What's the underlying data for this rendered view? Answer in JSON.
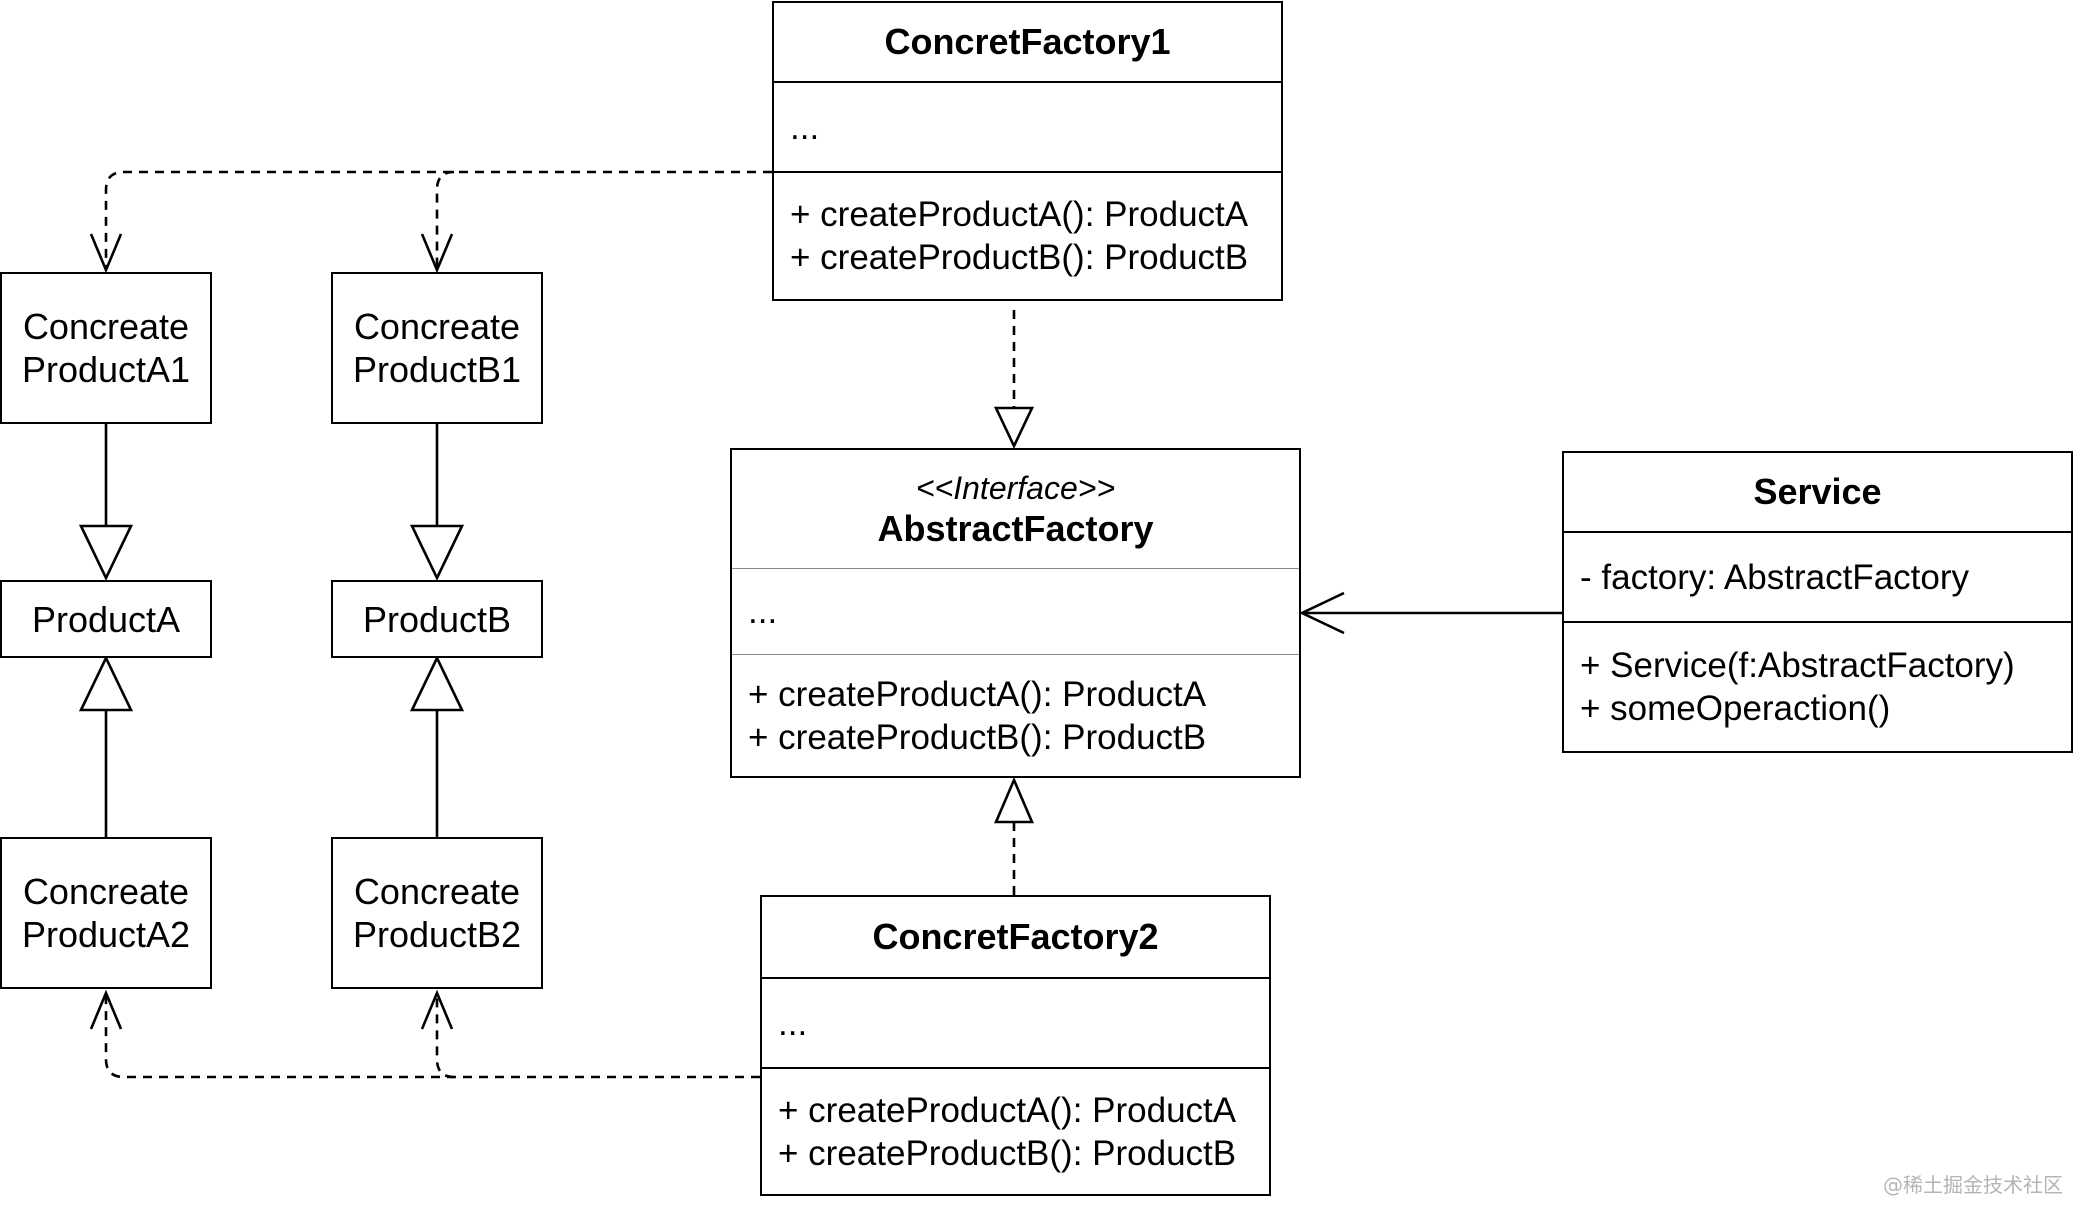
{
  "concrete_factory_1": {
    "name": "ConcretFactory1",
    "attributes": [
      "..."
    ],
    "operations": [
      "+ createProductA(): ProductA",
      "+ createProductB(): ProductB"
    ]
  },
  "concrete_factory_2": {
    "name": "ConcretFactory2",
    "attributes": [
      "..."
    ],
    "operations": [
      "+ createProductA(): ProductA",
      "+ createProductB(): ProductB"
    ]
  },
  "abstract_factory": {
    "stereotype": "<<Interface>>",
    "name": "AbstractFactory",
    "attributes": [
      "..."
    ],
    "operations": [
      "+ createProductA(): ProductA",
      "+ createProductB(): ProductB"
    ]
  },
  "service": {
    "name": "Service",
    "attributes": [
      "- factory: AbstractFactory"
    ],
    "operations": [
      "+ Service(f:AbstractFactory)",
      "+ someOperaction()"
    ]
  },
  "products": {
    "concrete_a1": [
      "Concreate",
      "ProductA1"
    ],
    "concrete_b1": [
      "Concreate",
      "ProductB1"
    ],
    "product_a": "ProductA",
    "product_b": "ProductB",
    "concrete_a2": [
      "Concreate",
      "ProductA2"
    ],
    "concrete_b2": [
      "Concreate",
      "ProductB2"
    ]
  },
  "watermark": "@稀土掘金技术社区"
}
